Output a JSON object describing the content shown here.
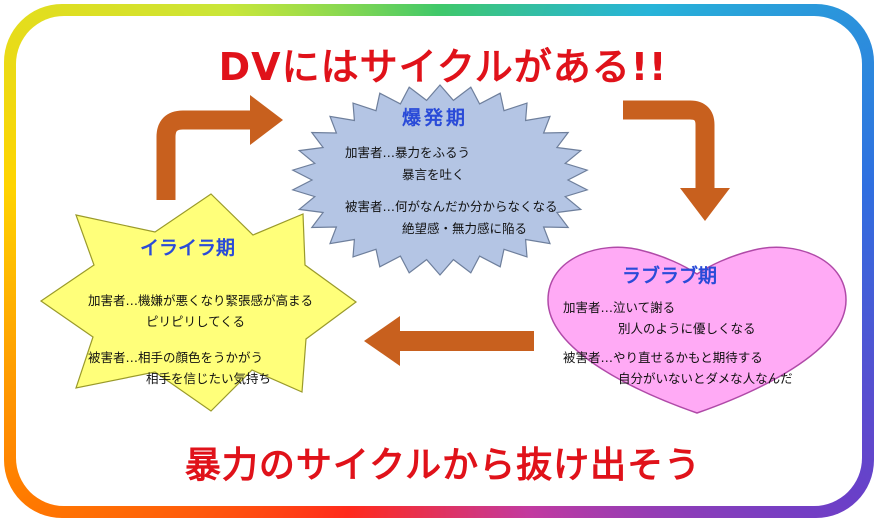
{
  "title": "DVにはサイクルがある!!",
  "subtitle": "暴力のサイクルから抜け出そう",
  "phases": {
    "explosion": {
      "name": "爆発期",
      "lines": [
        "加害者…暴力をふるう",
        "暴言を吐く",
        "被害者…何がなんだか分からなくなる",
        "絶望感・無力感に陥る"
      ]
    },
    "honeymoon": {
      "name": "ラブラブ期",
      "lines": [
        "加害者…泣いて謝る",
        "別人のように優しくなる",
        "被害者…やり直せるかもと期待する",
        "自分がいないとダメな人なんだ"
      ]
    },
    "tension": {
      "name": "イライラ期",
      "lines": [
        "加害者…機嫌が悪くなり緊張感が高まる",
        "ピリピリしてくる",
        "被害者…相手の顔色をうかがう",
        "相手を信じたい気持ち"
      ]
    }
  },
  "colors": {
    "title": "#e0121a",
    "phase_title": "#2a4bd8",
    "explosion_fill": "#b4c5e4",
    "honeymoon_fill": "#ffaaf5",
    "tension_fill": "#ffff7a",
    "arrow": "#c8601e"
  }
}
